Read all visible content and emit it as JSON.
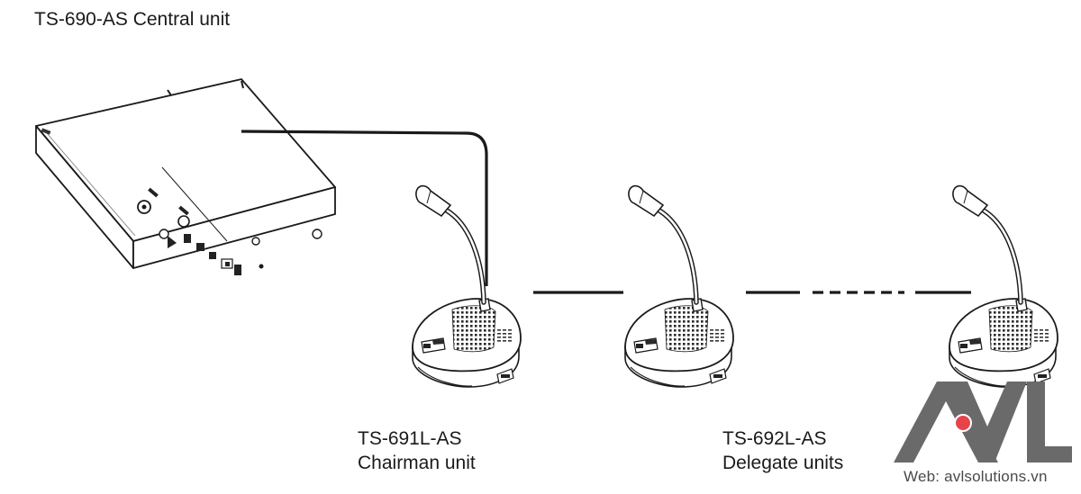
{
  "title": "TS-690-AS Central unit",
  "chairman": {
    "model": "TS-691L-AS",
    "role": "Chairman unit"
  },
  "delegate": {
    "model": "TS-692L-AS",
    "role": "Delegate units"
  },
  "brand": {
    "logo_text": "AVL",
    "website": "Web: avlsolutions.vn",
    "logo_color": "#6a6a6a",
    "dot_color": "#e8434b"
  }
}
